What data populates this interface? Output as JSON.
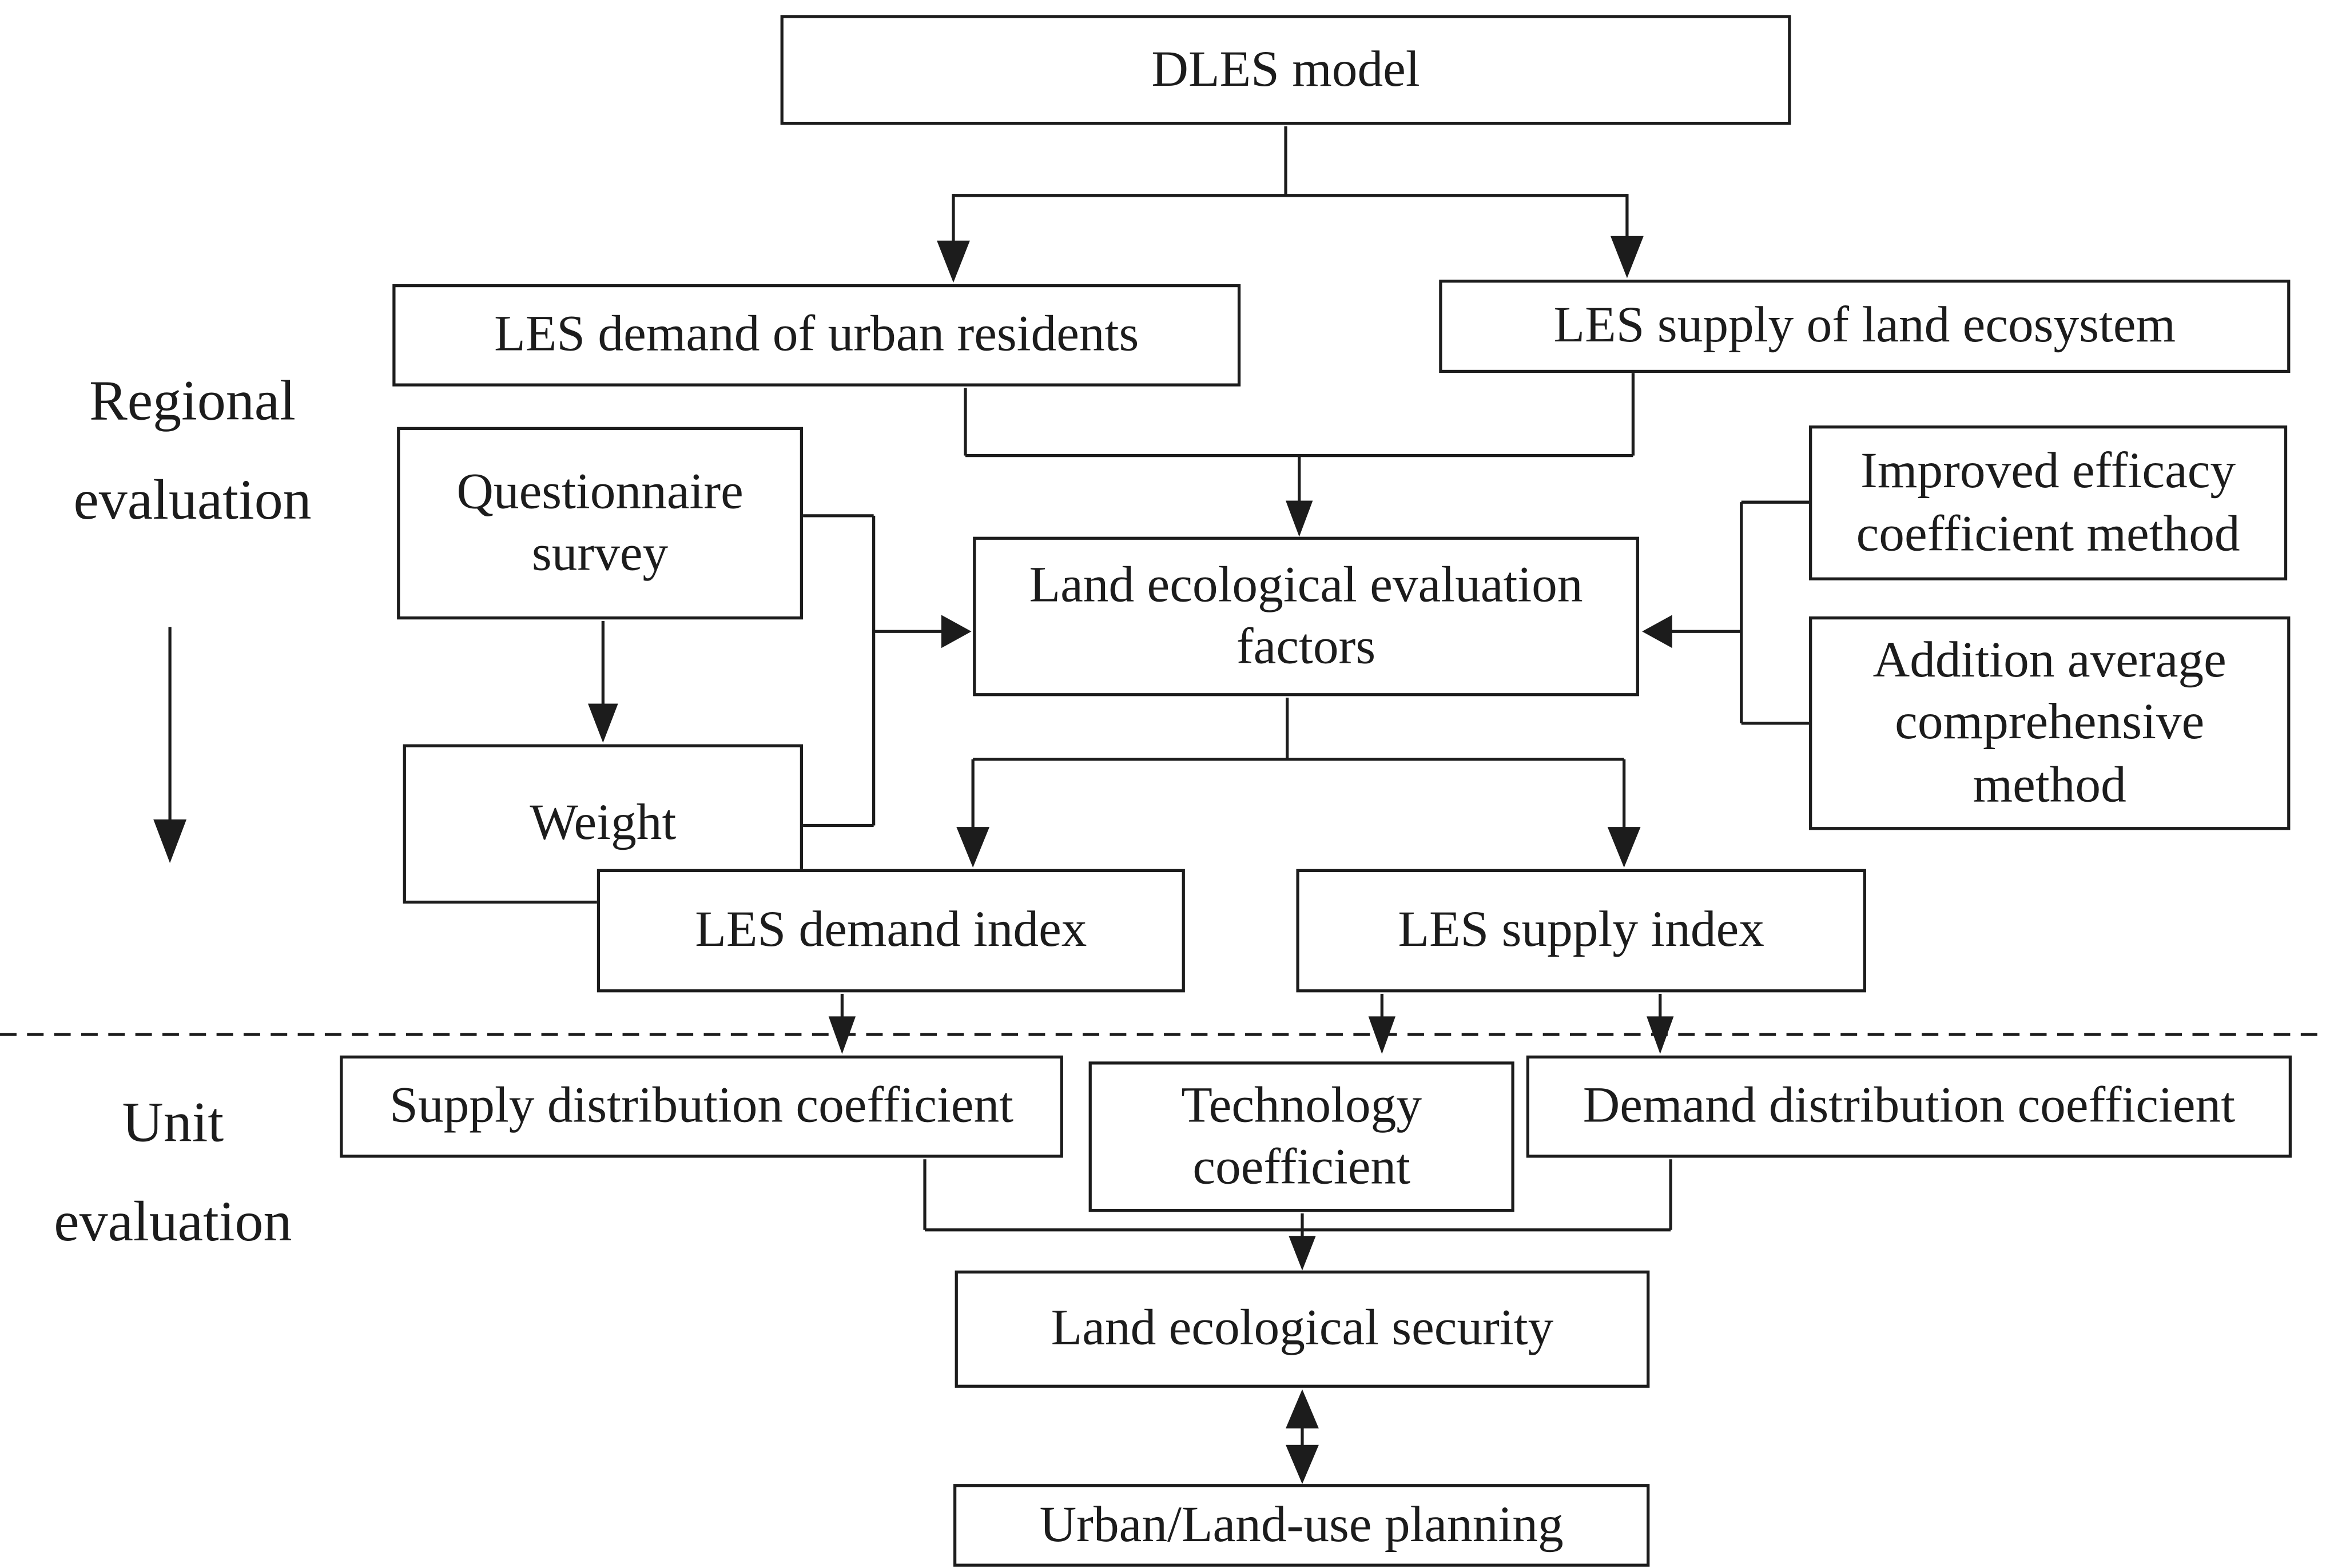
{
  "diagram": {
    "section_labels": {
      "regional": [
        "Regional",
        "evaluation"
      ],
      "unit": [
        "Unit",
        "evaluation"
      ]
    },
    "nodes": {
      "dles_model": "DLES model",
      "les_demand_urban": "LES demand of urban residents",
      "les_supply_ecosystem": "LES supply of land ecosystem",
      "questionnaire_survey": "Questionnaire survey",
      "weight": "Weight",
      "eval_factors": "Land ecological evaluation factors",
      "improved_efficacy": "Improved efficacy coefficient method",
      "addition_average": "Addition average comprehensive method",
      "les_demand_index": "LES demand index",
      "les_supply_index": "LES supply index",
      "supply_dist_coeff": "Supply distribution coefficient",
      "technology_coeff": "Technology coefficient",
      "demand_dist_coeff": "Demand distribution coefficient",
      "land_eco_security": "Land ecological security",
      "urban_planning": "Urban/Land-use planning"
    },
    "colors": {
      "ink": "#1c1c1c",
      "background": "#ffffff"
    }
  }
}
